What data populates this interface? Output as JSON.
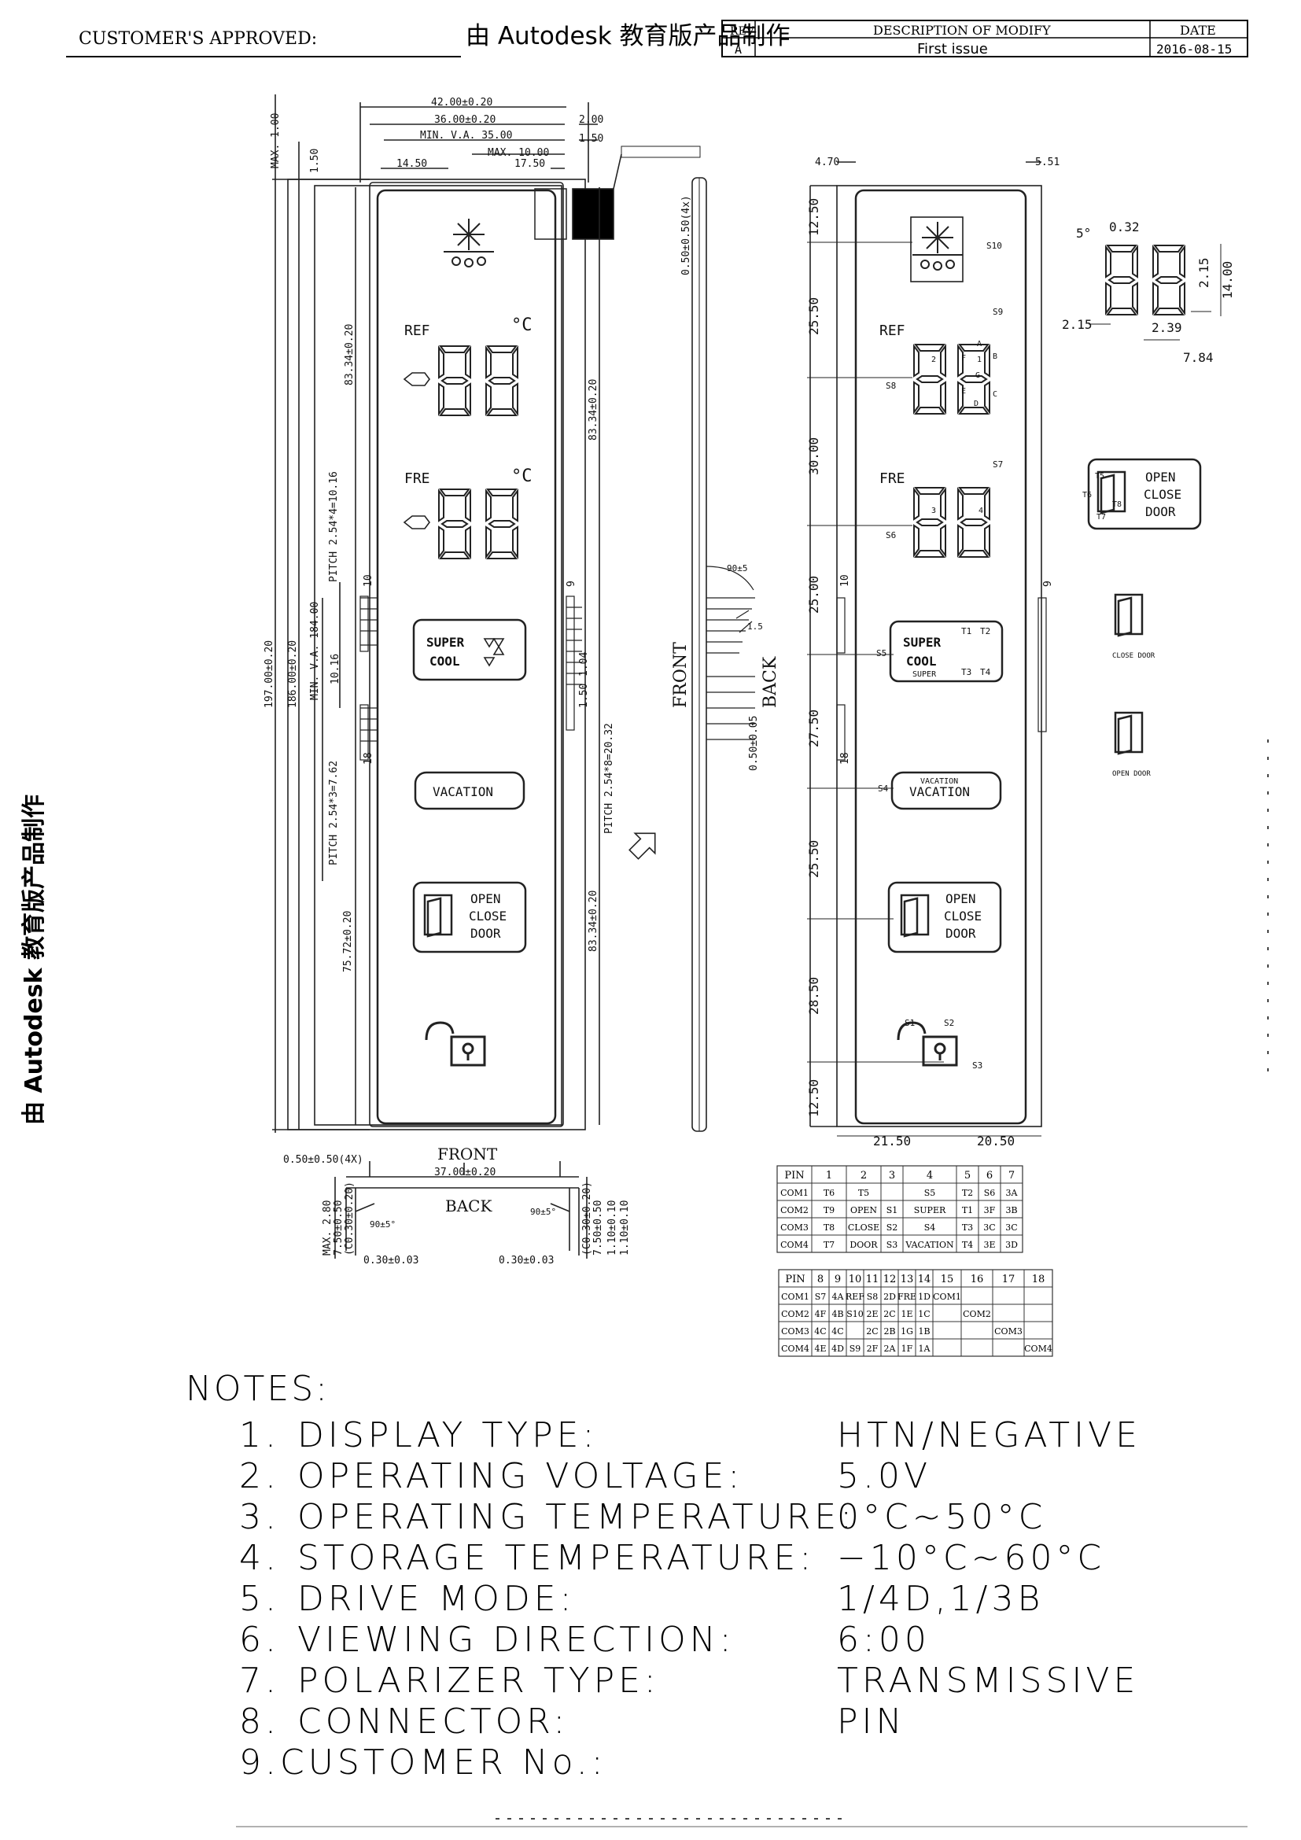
{
  "title_block": {
    "customer_approved": "CUSTOMER'S APPROVED:",
    "rev_header": "REV",
    "desc_header": "DESCRIPTION OF MODIFY",
    "date_header": "DATE",
    "rev": "A",
    "desc": "First issue",
    "date": "2016-08-15"
  },
  "watermark": "由 Autodesk 教育版产品制作",
  "left_view": {
    "dims_top": [
      "42.00±0.20",
      "36.00±0.20",
      "MIN. V.A. 35.00",
      "MAX. 10.00",
      "17.50",
      "14.50",
      "2.00",
      "1.50",
      "MAX. 1.00",
      "1.50"
    ],
    "dims_side": [
      "83.34±0.20",
      "PITCH 2.54*4=10.16",
      "197.00±0.20",
      "186.00±0.20",
      "MIN. V.A. 184.00",
      "10.16",
      "PITCH 2.54*3=7.62",
      "75.72±0.20",
      "83.34±0.20",
      "1.04",
      "1.50",
      "PITCH 2.54*8=20.32",
      "83.34±0.20"
    ],
    "pins": [
      "10",
      "18",
      "9"
    ],
    "labels": {
      "ref": "REF",
      "fre": "FRE",
      "deg": "°C",
      "super": "SUPER",
      "cool": "COOL",
      "vacation": "VACATION",
      "open": "OPEN",
      "close": "CLOSE",
      "door": "DOOR"
    }
  },
  "side_view": {
    "front": "FRONT",
    "back": "BACK",
    "dims": [
      "0.50±0.50(4x)",
      "0.50±0.05",
      "1.5",
      "90±5"
    ]
  },
  "bottom_view": {
    "front": "FRONT",
    "back": "BACK",
    "dims": [
      "0.50±0.50(4X)",
      "37.00±0.20",
      "MAX. 2.80",
      "7.50±0.50",
      "(C0.30±0.20)",
      "0.30±0.03",
      "0.30±0.03",
      "90±5°",
      "90±5°",
      "1.10±0.10",
      "1.10±0.10",
      "7.50±0.50",
      "(C0.30±0.20)"
    ]
  },
  "right_view": {
    "dims_top": [
      "4.70",
      "5.51"
    ],
    "dims_left": [
      "12.50",
      "25.50",
      "30.00",
      "25.00",
      "27.50",
      "25.50",
      "28.50",
      "12.50"
    ],
    "dims_bottom": [
      "21.50",
      "20.50"
    ],
    "pins": [
      "10",
      "18",
      "9"
    ],
    "segments": [
      "S10",
      "S9",
      "S8",
      "S7",
      "S6",
      "S5",
      "S4",
      "S1",
      "S2",
      "S3",
      "T1",
      "T2",
      "T3",
      "T4",
      "A",
      "B",
      "C",
      "D",
      "E",
      "F",
      "G",
      "1",
      "2",
      "3",
      "4"
    ],
    "labels": {
      "ref": "REF",
      "fre": "FRE",
      "super": "SUPER",
      "cool": "COOL",
      "vacation": "VACATION",
      "open": "OPEN",
      "close": "CLOSE",
      "door": "DOOR"
    }
  },
  "digit_detail": {
    "dims": [
      "5°",
      "0.32",
      "2.15",
      "2.15",
      "2.39",
      "7.84",
      "14.00"
    ]
  },
  "door_detail": {
    "t_labels": [
      "T5",
      "T6",
      "T7",
      "T8"
    ],
    "open": "OPEN",
    "close": "CLOSE",
    "door": "DOOR",
    "close_door_caption": "CLOSE DOOR",
    "open_door_caption": "OPEN DOOR"
  },
  "pin_table_1": {
    "header": [
      "PIN",
      "1",
      "2",
      "3",
      "4",
      "5",
      "6",
      "7"
    ],
    "rows": [
      [
        "COM1",
        "T6",
        "T5",
        "",
        "S5",
        "T2",
        "S6",
        "3A"
      ],
      [
        "COM2",
        "T9",
        "OPEN",
        "S1",
        "SUPER",
        "T1",
        "3F",
        "3B"
      ],
      [
        "COM3",
        "T8",
        "CLOSE",
        "S2",
        "S4",
        "T3",
        "3C",
        "3C"
      ],
      [
        "COM4",
        "T7",
        "DOOR",
        "S3",
        "VACATION",
        "T4",
        "3E",
        "3D"
      ]
    ]
  },
  "pin_table_2": {
    "header": [
      "PIN",
      "8",
      "9",
      "10",
      "11",
      "12",
      "13",
      "14",
      "15",
      "16",
      "17",
      "18"
    ],
    "rows": [
      [
        "COM1",
        "S7",
        "4A",
        "REF",
        "S8",
        "2D",
        "FRE",
        "1D",
        "COM1",
        "",
        "",
        ""
      ],
      [
        "COM2",
        "4F",
        "4B",
        "S10",
        "2E",
        "2C",
        "1E",
        "1C",
        "",
        "COM2",
        "",
        ""
      ],
      [
        "COM3",
        "4C",
        "4C",
        "",
        "2C",
        "2B",
        "1G",
        "1B",
        "",
        "",
        "COM3",
        ""
      ],
      [
        "COM4",
        "4E",
        "4D",
        "S9",
        "2F",
        "2A",
        "1F",
        "1A",
        "",
        "",
        "",
        "COM4"
      ]
    ]
  },
  "notes": {
    "title": "NOTES:",
    "items": [
      {
        "num": "1.",
        "label": "DISPLAY TYPE:",
        "value": "HTN/NEGATIVE"
      },
      {
        "num": "2.",
        "label": "OPERATING VOLTAGE:",
        "value": "5.0V"
      },
      {
        "num": "3.",
        "label": "OPERATING TEMPERATURE:",
        "value": "0°C~50°C"
      },
      {
        "num": "4.",
        "label": "STORAGE TEMPERATURE:",
        "value": "−10°C~60°C"
      },
      {
        "num": "5.",
        "label": "DRIVE MODE:",
        "value": "1/4D,1/3B"
      },
      {
        "num": "6.",
        "label": "VIEWING DIRECTION:",
        "value": "6:00"
      },
      {
        "num": "7.",
        "label": "POLARIZER TYPE:",
        "value": "TRANSMISSIVE"
      },
      {
        "num": "8.",
        "label": "CONNECTOR:",
        "value": "PIN"
      }
    ],
    "customer": "9.CUSTOMER No.:"
  }
}
